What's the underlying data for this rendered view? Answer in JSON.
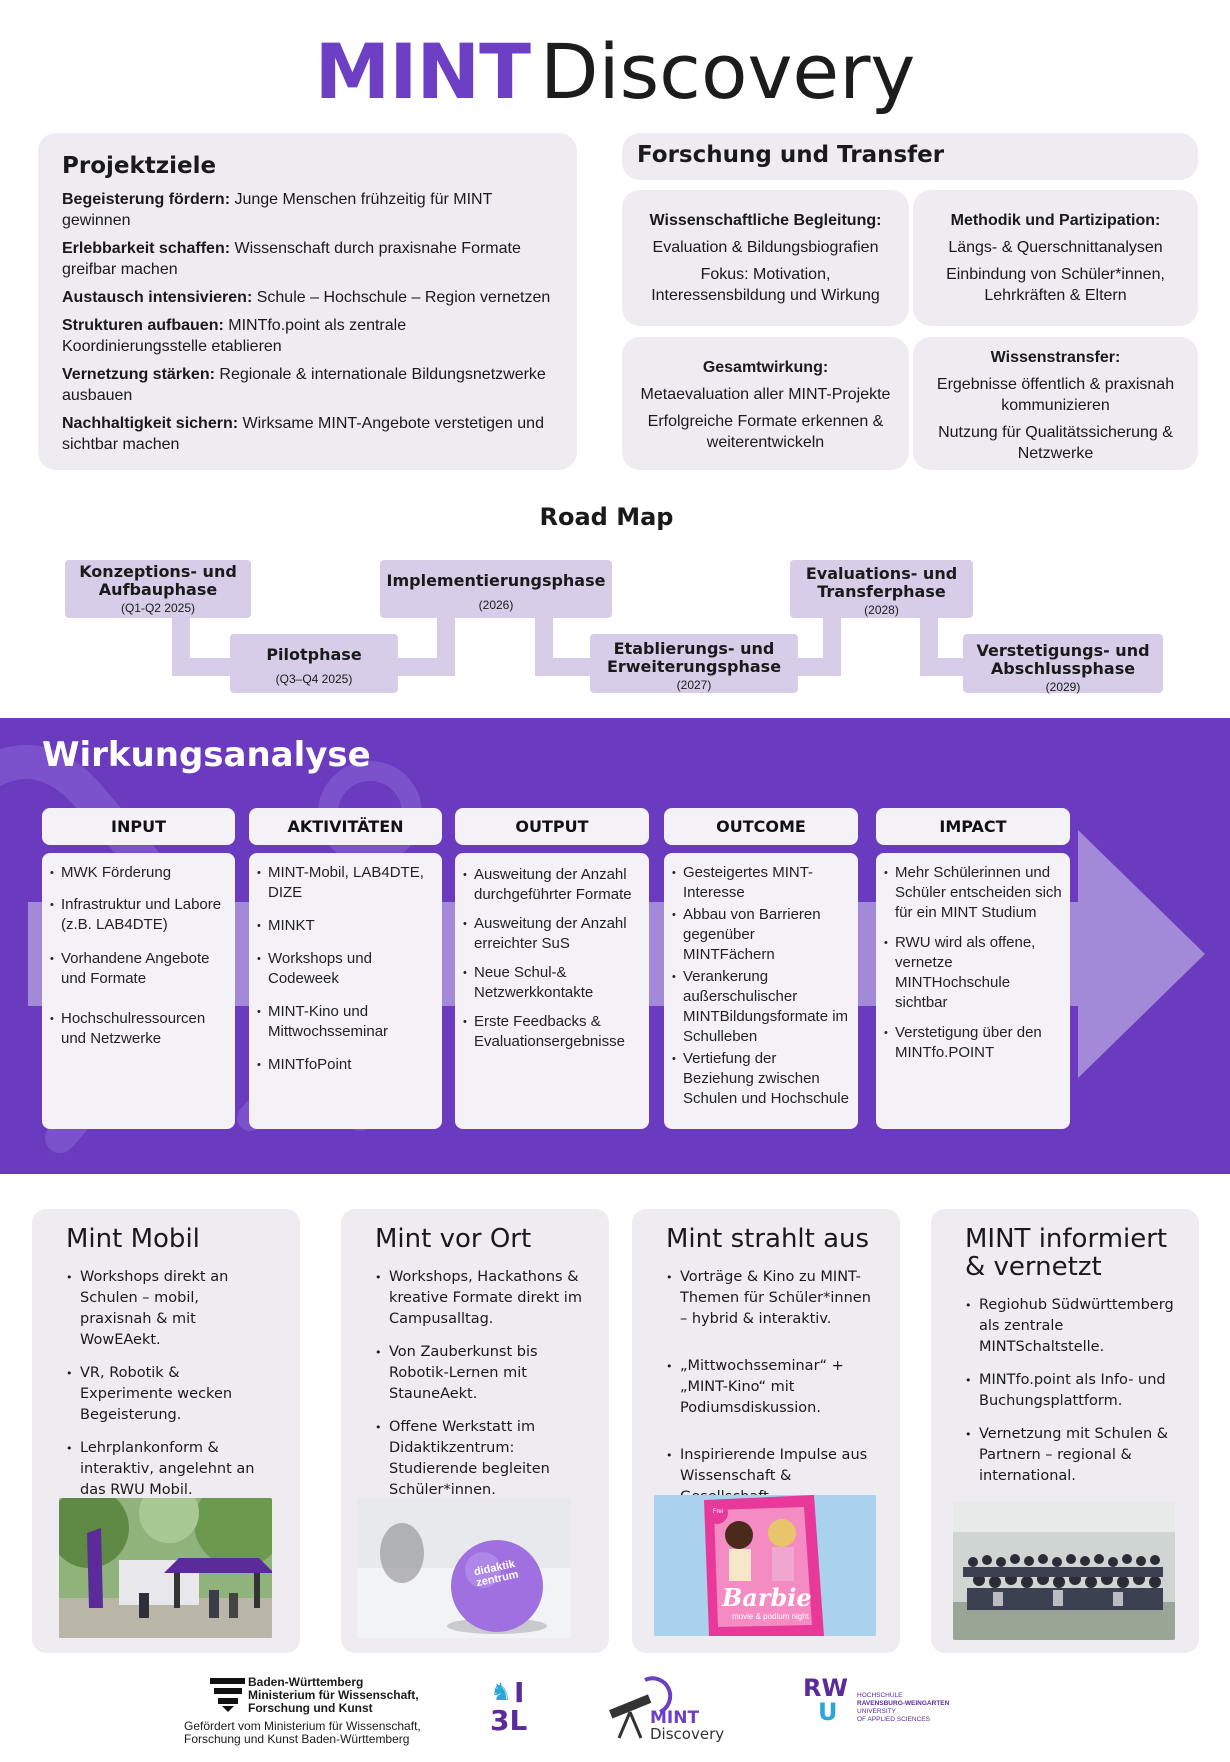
{
  "header": {
    "brand_bold": "MINT",
    "brand_light": "Discovery"
  },
  "goals": {
    "title": "Projektziele",
    "items": [
      {
        "label": "Begeisterung fördern:",
        "text": "Junge Menschen frühzeitig für MINT gewinnen"
      },
      {
        "label": "Erlebbarkeit schaffen:",
        "text": "Wissenschaft durch praxisnahe Formate greifbar machen"
      },
      {
        "label": "Austausch intensivieren:",
        "text": "Schule – Hochschule – Region vernetzen"
      },
      {
        "label": "Strukturen aufbauen:",
        "text": "MINTfo.point als zentrale Koordinierungsstelle etablieren"
      },
      {
        "label": "Vernetzung stärken:",
        "text": "Regionale & internationale Bildungsnetzwerke ausbauen"
      },
      {
        "label": "Nachhaltigkeit sichern:",
        "text": "Wirksame MINT-Angebote verstetigen und sichtbar machen"
      }
    ]
  },
  "research": {
    "title": "Forschung und Transfer",
    "boxes": [
      {
        "title": "Wissenschaftliche Begleitung:",
        "lines": [
          "Evaluation & Bildungsbiografien",
          "Fokus: Motivation, Interessensbildung und Wirkung"
        ]
      },
      {
        "title": "Methodik und Partizipation:",
        "lines": [
          "Längs- & Querschnittanalysen",
          "Einbindung von Schüler*innen, Lehrkräften & Eltern"
        ]
      },
      {
        "title": "Gesamtwirkung:",
        "lines": [
          "Metaevaluation aller MINT-Projekte",
          "Erfolgreiche Formate erkennen & weiterentwickeln"
        ]
      },
      {
        "title": "Wissenstransfer:",
        "lines": [
          "Ergebnisse öffentlich & praxisnah kommunizieren",
          "Nutzung für Qualitätssicherung & Netzwerke"
        ]
      }
    ]
  },
  "roadmap": {
    "title": "Road Map",
    "phases": [
      {
        "name": "Konzeptions- und Aufbauphase",
        "date": "(Q1-Q2 2025)"
      },
      {
        "name": "Pilotphase",
        "date": "(Q3–Q4 2025)"
      },
      {
        "name": "Implementierungsphase",
        "date": "(2026)"
      },
      {
        "name": "Etablierungs- und Erweiterungsphase",
        "date": "(2027)"
      },
      {
        "name": "Evaluations- und Transferphase",
        "date": "(2028)"
      },
      {
        "name": "Verstetigungs- und Abschlussphase",
        "date": "(2029)"
      }
    ]
  },
  "impact": {
    "title": "Wirkungsanalyse",
    "columns": [
      {
        "head": "INPUT",
        "items": [
          "MWK Förderung",
          "Infrastruktur und Labore (z.B. LAB4DTE)",
          "Vorhandene Angebote und Formate",
          "Hochschulressourcen und Netzwerke"
        ]
      },
      {
        "head": "AKTIVITÄTEN",
        "items": [
          "MINT-Mobil, LAB4DTE, DIZE",
          "MINKT",
          "Workshops und Codeweek",
          "MINT-Kino und Mittwochsseminar",
          "MINTfoPoint"
        ]
      },
      {
        "head": "OUTPUT",
        "items": [
          "Ausweitung der Anzahl durchgeführter Formate",
          "Ausweitung der Anzahl erreichter SuS",
          "Neue Schul-& Netzwerkkontakte",
          "Erste Feedbacks & Evaluationsergebnisse"
        ]
      },
      {
        "head": "OUTCOME",
        "items": [
          "Gesteigertes MINT-Interesse",
          "Abbau von Barrieren gegenüber MINTFächern",
          "Verankerung außerschulischer MINTBildungsformate im Schulleben",
          "Vertiefung der Beziehung zwischen Schulen und Hochschule"
        ]
      },
      {
        "head": "IMPACT",
        "items": [
          "Mehr Schülerinnen und Schüler entscheiden sich für ein MINT Studium",
          "RWU wird als offene, vernetze MINTHochschule sichtbar",
          "Verstetigung über den MINTfo.POINT"
        ]
      }
    ]
  },
  "formats": [
    {
      "title": "Mint Mobil",
      "items": [
        "Workshops direkt an Schulen – mobil, praxisnah & mit WowEAekt.",
        "VR, Robotik & Experimente wecken Begeisterung.",
        "Lehrplankonform & interaktiv, angelehnt an das RWU Mobil."
      ]
    },
    {
      "title": "Mint vor Ort",
      "items": [
        "Workshops, Hackathons & kreative Formate direkt im Campusalltag.",
        "Von Zauberkunst bis Robotik-Lernen mit StauneAekt.",
        "Offene Werkstatt im Didaktikzentrum: Studierende begleiten Schüler*innen."
      ]
    },
    {
      "title": "Mint strahlt aus",
      "items": [
        "Vorträge & Kino zu MINT-Themen für Schüler*innen – hybrid & interaktiv.",
        "„Mittwochsseminar“ + „MINT-Kino“ mit Podiumsdiskussion.",
        "Inspirierende Impulse aus Wissenschaft & Gesellschaft."
      ]
    },
    {
      "title": "MINT informiert & vernetzt",
      "items": [
        "Regiohub Südwürttemberg als zentrale MINTSchaltstelle.",
        "MINTfo.point als Info- und Buchungsplattform.",
        "Vernetzung mit Schulen & Partnern – regional & international."
      ]
    }
  ],
  "photos": {
    "ball_text_1": "didaktik",
    "ball_text_2": "zentrum",
    "poster_title": "Barbie",
    "poster_sub": "movie & podium night",
    "poster_badge": "Frei"
  },
  "footer": {
    "bw_line1": "Baden-Württemberg",
    "bw_line2": "Ministerium für Wissenschaft,",
    "bw_line3": "Forschung und Kunst",
    "funded_line1": "Gefördert vom Ministerium für Wissenschaft,",
    "funded_line2": "Forschung und Kunst Baden-Württemberg",
    "i3l_top": "I",
    "i3l_bottom": "3L",
    "md_mint": "MINT",
    "md_discovery": "Discovery",
    "rwu_top": "RW",
    "rwu_bottom": "U",
    "rwu_text1": "HOCHSCHULE",
    "rwu_text2": "RAVENSBURG-WEINGARTEN",
    "rwu_text3": "UNIVERSITY",
    "rwu_text4": "OF APPLIED SCIENCES"
  },
  "colors": {
    "accent": "#6a3bbf",
    "brand": "#6d3fc4",
    "card": "#eeebf1",
    "phase": "#d8cde9"
  }
}
